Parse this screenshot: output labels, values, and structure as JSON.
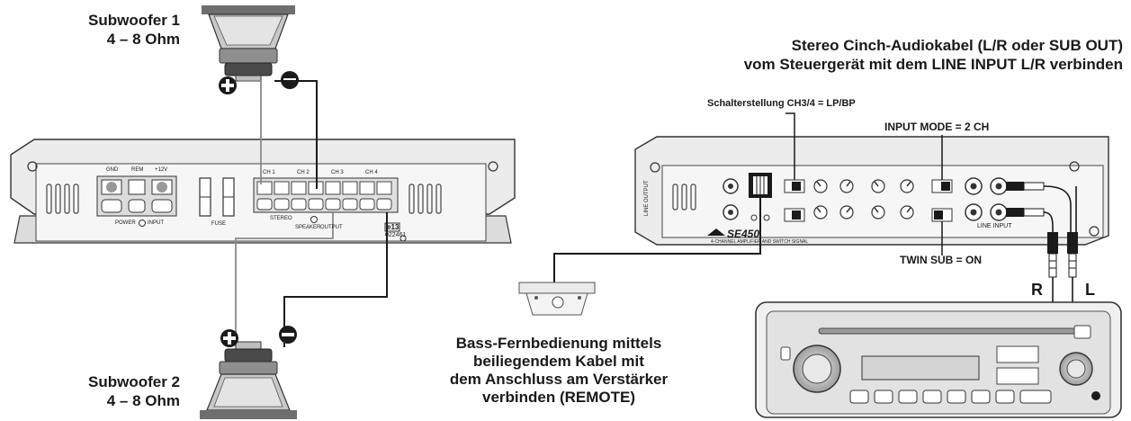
{
  "subwoofer1": {
    "name": "Subwoofer 1",
    "impedance": "4 – 8 Ohm"
  },
  "subwoofer2": {
    "name": "Subwoofer 2",
    "impedance": "4 – 8 Ohm"
  },
  "amp_left": {
    "terminal_labels": [
      "GND",
      "REM",
      "+12V"
    ],
    "power_label": "POWER",
    "input_label": "INPUT",
    "fuse_label": "FUSE",
    "speaker_label": "SPEAKER",
    "output_label": "OUTPUT",
    "stereo_label": "STEREO",
    "channel_labels": [
      "CH 1",
      "CH 2",
      "CH 3",
      "CH 4"
    ],
    "model_code": "e13",
    "approval": "022461"
  },
  "amp_right": {
    "model": "SE450",
    "tagline": "4-CHANNEL AMPLIFIER AND SWITCH SIGNAL",
    "side_label": "LINE OUTPUT",
    "line_input_label": "LINE INPUT"
  },
  "cinch_note": {
    "line1": "Stereo Cinch-Audiokabel (L/R oder SUB OUT)",
    "line2": "vom Steuergerät mit dem LINE INPUT L/R verbinden"
  },
  "switch_setting": "Schalterstellung CH3/4 = LP/BP",
  "input_mode": "INPUT MODE = 2 CH",
  "twin_sub": "TWIN SUB = ON",
  "remote_note": {
    "line1": "Bass-Fernbedienung mittels",
    "line2": "beiliegendem Kabel mit",
    "line3": "dem Anschluss am Verstärker",
    "line4": "verbinden (REMOTE)"
  },
  "cable_labels": {
    "right": "R",
    "left": "L"
  },
  "colors": {
    "ink": "#1a1a1a",
    "panel": "#e9e9e9",
    "line_gray": "#8a8a8a"
  }
}
